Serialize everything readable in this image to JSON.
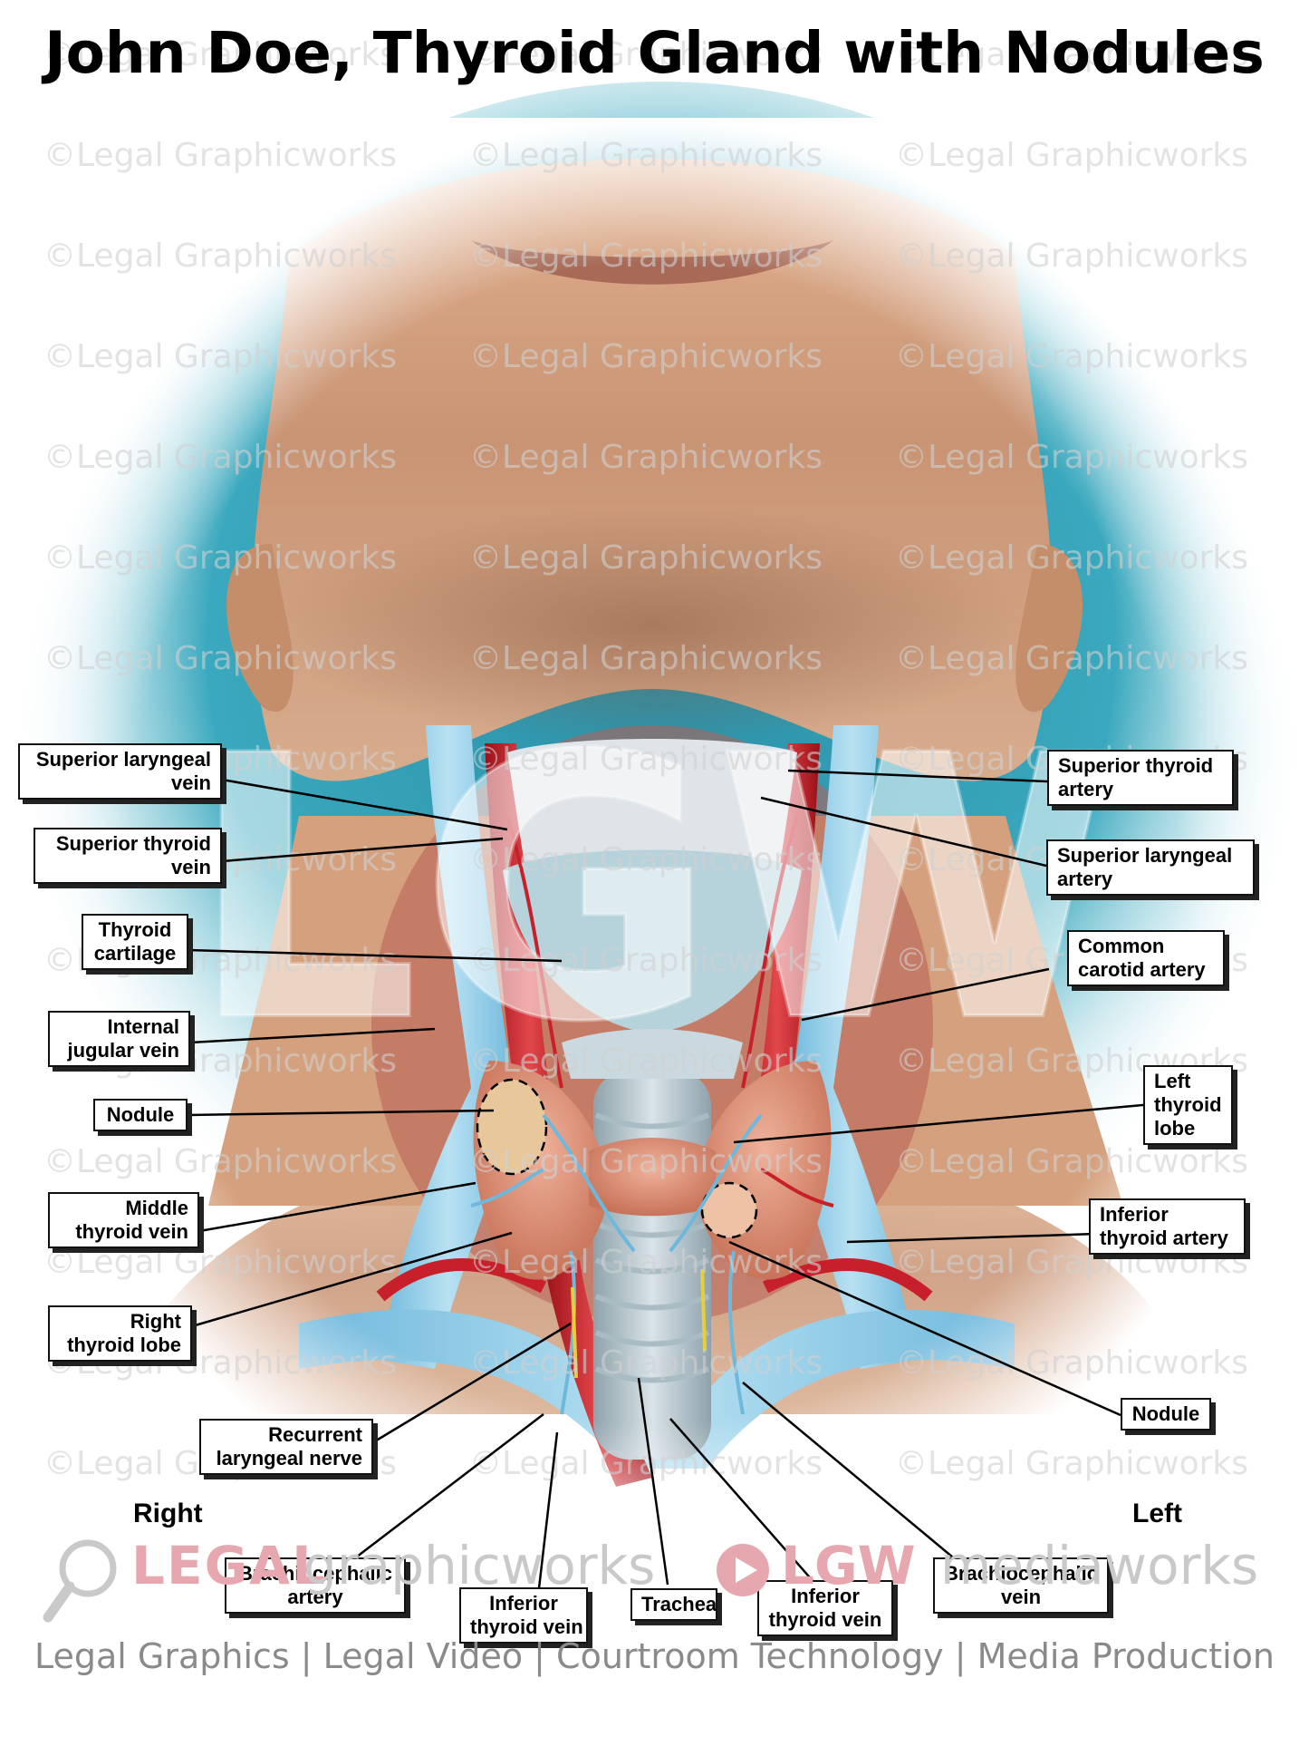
{
  "title": "John Doe, Thyroid Gland with Nodules",
  "watermark": {
    "text": "©Legal Graphicworks",
    "overlay": "LGW"
  },
  "orientation": {
    "right": "Right",
    "left": "Left"
  },
  "labels": {
    "superior_laryngeal_vein": [
      "Superior laryngeal",
      "vein"
    ],
    "superior_thyroid_vein": [
      "Superior thyroid",
      "vein"
    ],
    "thyroid_cartilage": [
      "Thyroid",
      "cartilage"
    ],
    "internal_jugular_vein": [
      "Internal",
      "jugular vein"
    ],
    "nodule_right": [
      "Nodule"
    ],
    "middle_thyroid_vein": [
      "Middle",
      "thyroid vein"
    ],
    "right_thyroid_lobe": [
      "Right",
      "thyroid lobe"
    ],
    "recurrent_laryngeal_nerve": [
      "Recurrent",
      "laryngeal nerve"
    ],
    "brachiocephalic_artery": [
      "Brachiocephalic",
      "artery"
    ],
    "inferior_thyroid_vein_right": [
      "Inferior",
      "thyroid vein"
    ],
    "trachea": [
      "Trachea"
    ],
    "inferior_thyroid_vein_left": [
      "Inferior",
      "thyroid vein"
    ],
    "brachiocephalic_vein": [
      "Brachiocephalic",
      "vein"
    ],
    "superior_thyroid_artery": [
      "Superior thyroid",
      "artery"
    ],
    "superior_laryngeal_artery": [
      "Superior laryngeal",
      "artery"
    ],
    "common_carotid_artery": [
      "Common",
      "carotid artery"
    ],
    "left_thyroid_lobe": [
      "Left",
      "thyroid",
      "lobe"
    ],
    "inferior_thyroid_artery": [
      "Inferior",
      "thyroid artery"
    ],
    "nodule_left": [
      "Nodule"
    ]
  },
  "branding": {
    "legal": "LEGAL",
    "graphicworks": "graphicworks",
    "lgw": "LGW",
    "mediaworks": "mediaworks",
    "tagline": "Legal Graphics | Legal Video | Courtroom Technology | Media Production"
  },
  "colors": {
    "background_teal": "#2f9fb3",
    "skin": "#d9a47e",
    "artery": "#c8202a",
    "vein": "#8ecbe6",
    "thyroid": "#d98c6e",
    "logo_red": "#e06b78",
    "footer_gray": "#8a8a8a"
  }
}
